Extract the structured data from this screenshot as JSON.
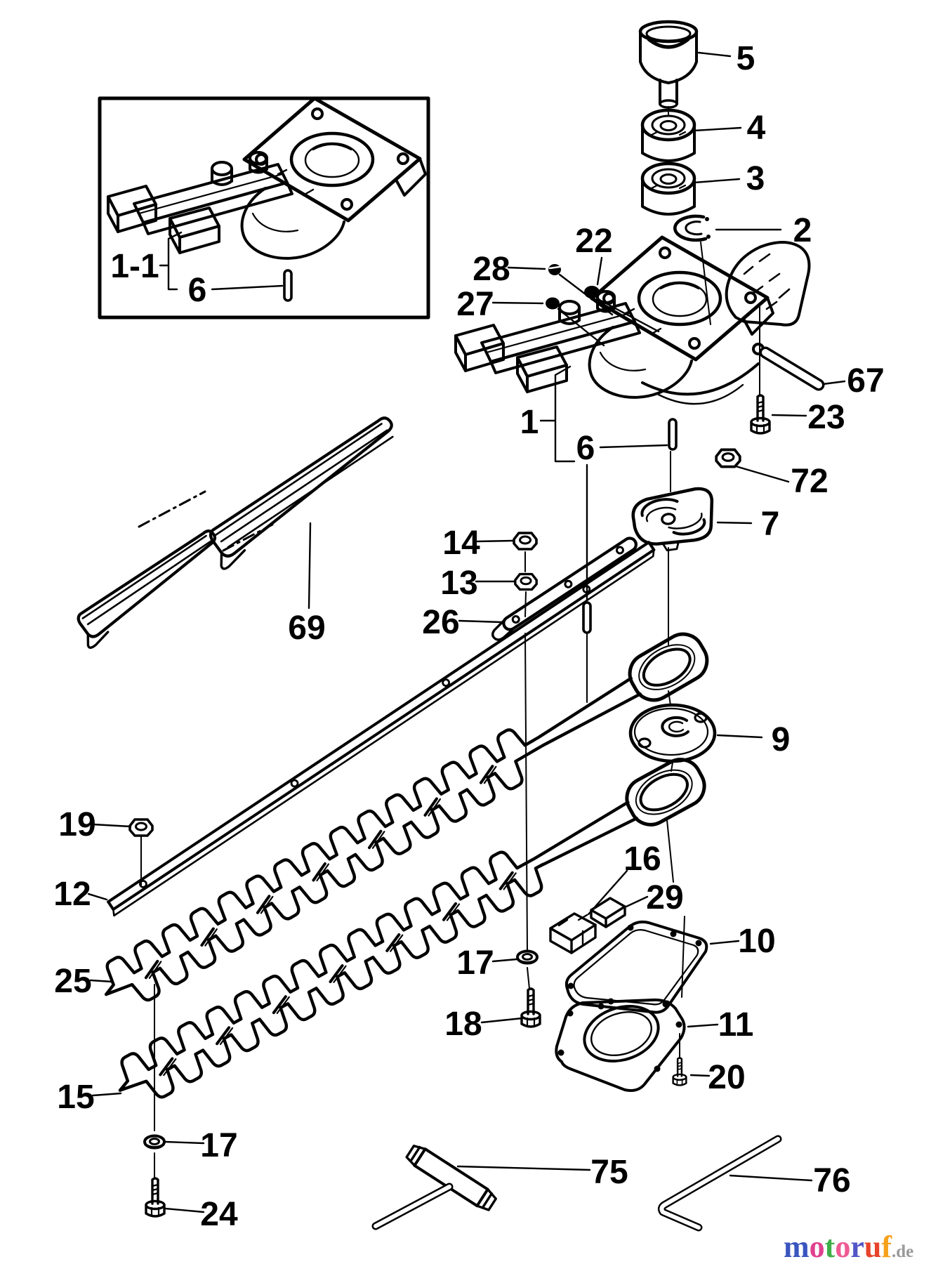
{
  "diagram": {
    "type": "exploded-parts-diagram",
    "subject": "gear case and cutter blade assembly",
    "background_color": "#ffffff",
    "line_color": "#000000",
    "inset": {
      "assembly_label": "1-1",
      "pin_label": "6"
    },
    "labels": {
      "p5": "5",
      "p4": "4",
      "p3": "3",
      "p2": "2",
      "p22": "22",
      "p28": "28",
      "p27": "27",
      "p67": "67",
      "p23": "23",
      "p1": "1",
      "p6": "6",
      "p72": "72",
      "p7": "7",
      "p14": "14",
      "p13": "13",
      "p26": "26",
      "p69": "69",
      "p9": "9",
      "p19": "19",
      "p12": "12",
      "p25": "25",
      "p16": "16",
      "p29": "29",
      "p10": "10",
      "p17r": "17",
      "p11": "11",
      "p18": "18",
      "p20": "20",
      "p15": "15",
      "p17l": "17",
      "p24": "24",
      "p75": "75",
      "p76": "76"
    }
  },
  "watermark": {
    "word": "motoruf",
    "letters": [
      {
        "char": "m",
        "color": "#3a55c0"
      },
      {
        "char": "o",
        "color": "#e0418e"
      },
      {
        "char": "t",
        "color": "#3fae49"
      },
      {
        "char": "o",
        "color": "#ef5a93"
      },
      {
        "char": "r",
        "color": "#5356c6"
      },
      {
        "char": "u",
        "color": "#e8432b"
      },
      {
        "char": "f",
        "color": "#f5a11c"
      }
    ],
    "suffix": ".de",
    "suffix_color": "#9a9a9a"
  }
}
